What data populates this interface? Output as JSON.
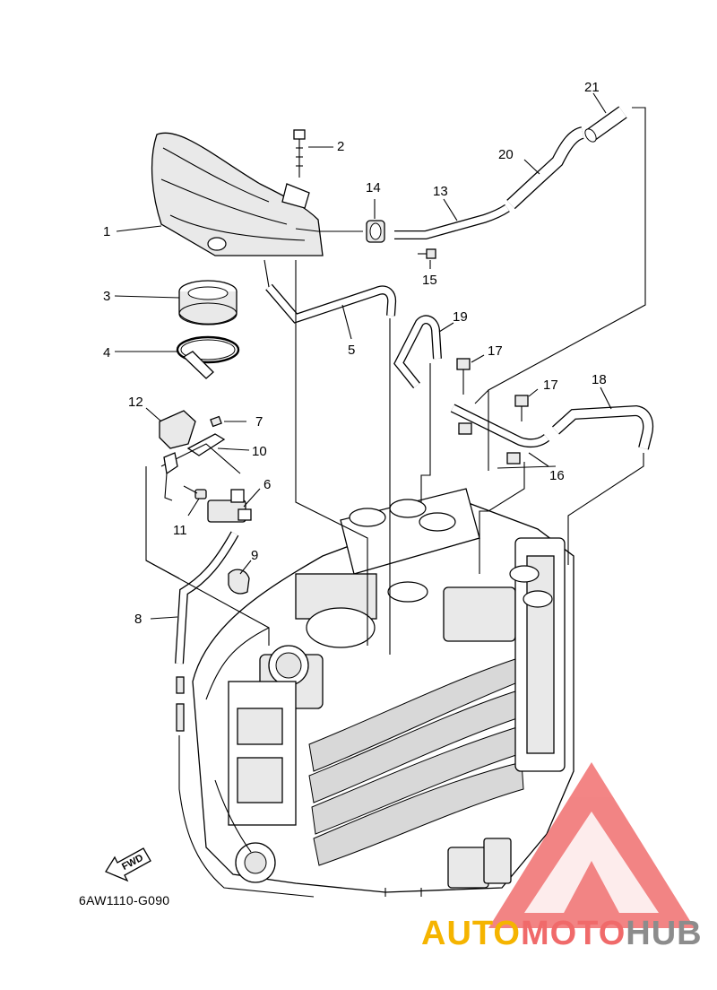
{
  "diagram": {
    "part_callouts": [
      "1",
      "2",
      "3",
      "4",
      "5",
      "6",
      "7",
      "8",
      "9",
      "10",
      "11",
      "12",
      "13",
      "14",
      "15",
      "16",
      "17",
      "17",
      "18",
      "19",
      "20",
      "21"
    ],
    "drawing_code": "6AW1110-G090",
    "fwd_label": "FWD"
  },
  "watermark": {
    "part_a": "AUTO",
    "part_b": "MOTO",
    "part_c": "HUB",
    "colors": {
      "auto": "#f5b400",
      "moto": "#f06a6a",
      "hub": "#8c8c8c",
      "triangle": "#f06a6a"
    }
  }
}
